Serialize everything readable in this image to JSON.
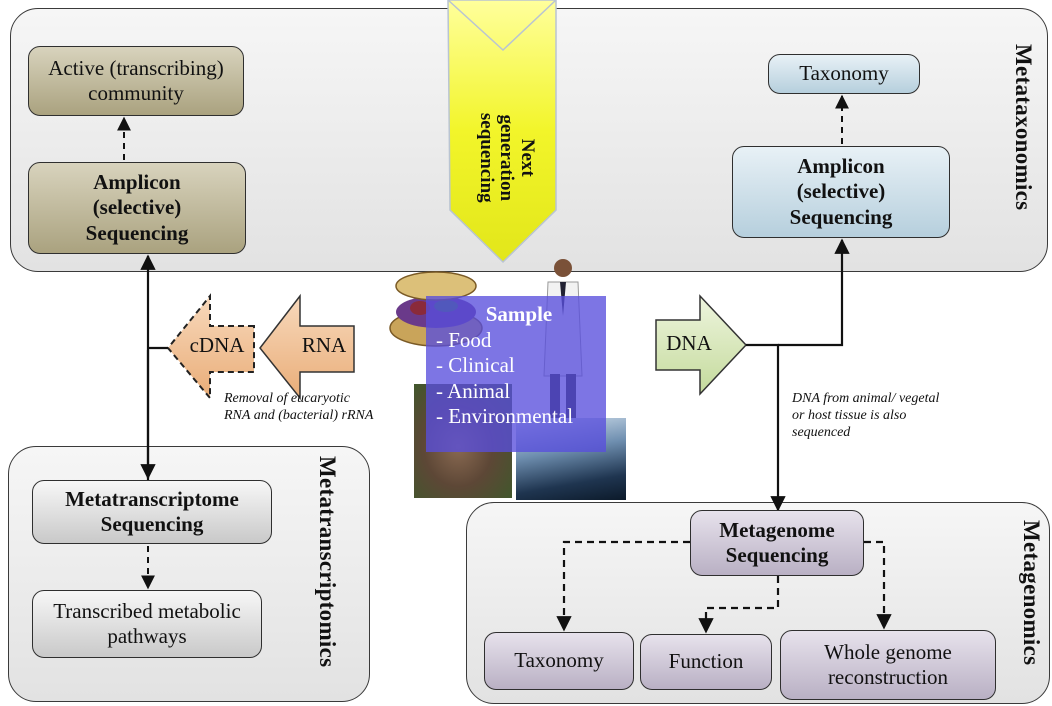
{
  "panels": {
    "metataxonomics": "Metataxonomics",
    "metatranscriptomics": "Metatranscriptomics",
    "metagenomics": "Metagenomics"
  },
  "top_left": {
    "active": "Active (transcribing) community",
    "amplicon": "Amplicon (selective) Sequencing"
  },
  "top_right": {
    "taxonomy": "Taxonomy",
    "amplicon": "Amplicon (selective) Sequencing"
  },
  "ngs": "Next generation sequencing",
  "arrows": {
    "cdna": "cDNA",
    "rna": "RNA",
    "dna": "DNA"
  },
  "sample": {
    "title": "Sample",
    "items": [
      "- Food",
      "- Clinical",
      "- Animal",
      "- Environmental"
    ]
  },
  "notes": {
    "removal": "Removal of eucaryotic RNA and (bacterial) rRNA",
    "dna_host": "DNA from animal/ vegetal or host tissue is also sequenced"
  },
  "metatranscriptomics": {
    "seq": "Metatranscriptome Sequencing",
    "pathways": "Transcribed metabolic pathways"
  },
  "metagenomics": {
    "seq": "Metagenome Sequencing",
    "taxonomy": "Taxonomy",
    "function": "Function",
    "whole": "Whole genome reconstruction"
  },
  "colors": {
    "olive": "#aaa27f",
    "blue": "#b6cfdd",
    "lavender": "#b9b0c4",
    "sample": "#584edc",
    "ngs_yellow": "#eef21a",
    "arrow_orange": "#f2c49b",
    "arrow_green": "#d6e6b8"
  }
}
